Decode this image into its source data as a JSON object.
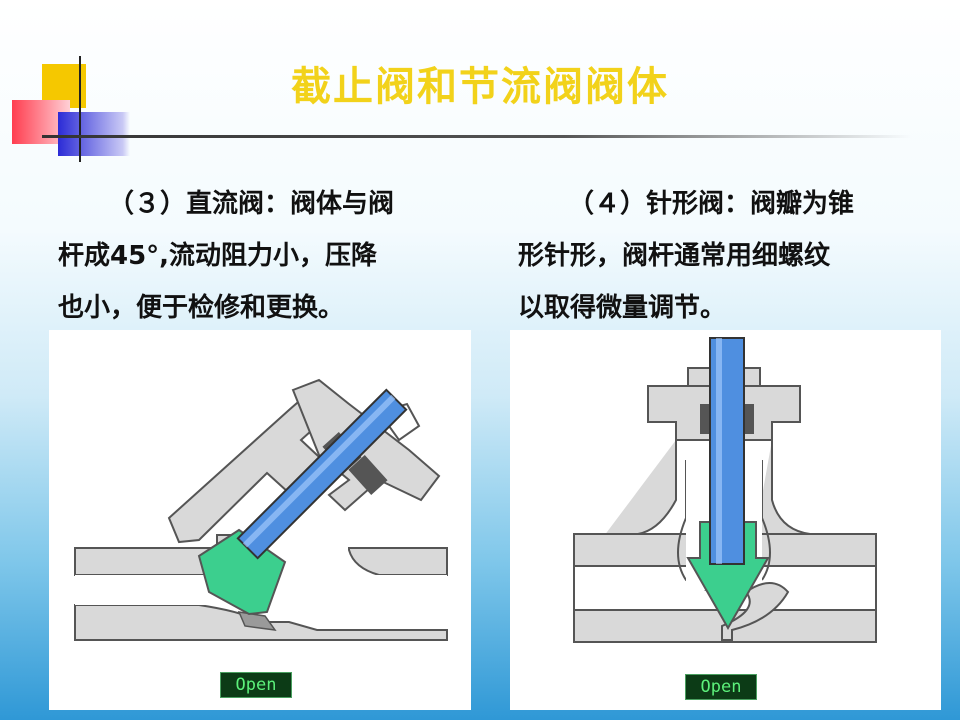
{
  "title": "截止阀和节流阀阀体",
  "sections": [
    {
      "heading": "（３）直流阀：阀体与阀",
      "body": "杆成45°，流动阻力小，压降也小，便于检修和更换。"
    },
    {
      "heading": "（４）针形阀：阀瓣为锥",
      "body": "形针形，阀杆通常用细螺纹以取得微量调节。"
    }
  ],
  "text_lines": {
    "p3": [
      "（３）直流阀：阀体与阀",
      "杆成45°,流动阻力小，压降",
      "也小，便于检修和更换。"
    ],
    "p4": [
      "（４）针形阀：阀瓣为锥",
      "形针形，阀杆通常用细螺纹",
      "以取得微量调节。"
    ]
  },
  "buttons": {
    "open3": "Open",
    "open4": "Open"
  },
  "colors": {
    "title": "#f2d21a",
    "disc": "#3ccf8e",
    "stem": "#4f8fe0",
    "body": "#d9d9d9",
    "button_text": "#5cf07a"
  },
  "icons": [
    "y-pattern-globe-valve",
    "needle-valve"
  ]
}
